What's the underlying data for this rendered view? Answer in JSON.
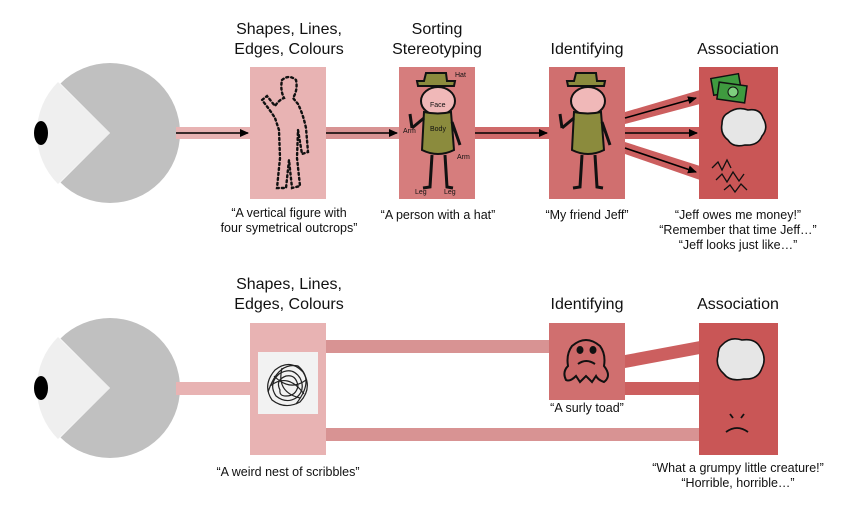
{
  "row1": {
    "headings": {
      "shapes_line1": "Shapes, Lines,",
      "shapes_line2": "Edges, Colours",
      "sorting_line1": "Sorting",
      "sorting_line2": "Stereotyping",
      "identifying": "Identifying",
      "association": "Association"
    },
    "figure_labels": {
      "hat": "Hat",
      "face": "Face",
      "arm_left": "Arm",
      "body": "Body",
      "arm_right": "Arm",
      "leg_left": "Leg",
      "leg_right": "Leg"
    },
    "captions": {
      "shapes": [
        "“A vertical figure with",
        "four symetrical outcrops”"
      ],
      "sorting": "“A person with a hat”",
      "identifying": "“My friend Jeff”",
      "association": [
        "“Jeff owes me money!”",
        "“Remember that time Jeff…”",
        "“Jeff looks just like…”"
      ]
    }
  },
  "row2": {
    "headings": {
      "shapes_line1": "Shapes, Lines,",
      "shapes_line2": "Edges, Colours",
      "identifying": "Identifying",
      "association": "Association"
    },
    "captions": {
      "shapes": "“A weird nest of scribbles”",
      "identifying": "“A surly toad”",
      "association": [
        "“What a grumpy little creature!”",
        "“Horrible, horrible…”"
      ]
    }
  },
  "colors": {
    "light_panel": "#e8b3b3",
    "mid_panel": "#d67d7d",
    "dark_panel": "#c95656",
    "eye_grey": "#c0c0c0",
    "eye_white": "#efefef",
    "olive": "#8b8b3d",
    "skin": "#f0b8b8",
    "money_green": "#3f9a3f"
  },
  "icons": [
    "eye-icon",
    "dotted-figure-icon",
    "labeled-figure-icon",
    "jeff-figure-icon",
    "money-icon",
    "cloud-icon",
    "scribble-icon",
    "scribble-image-icon",
    "toad-icon",
    "frown-icon"
  ]
}
